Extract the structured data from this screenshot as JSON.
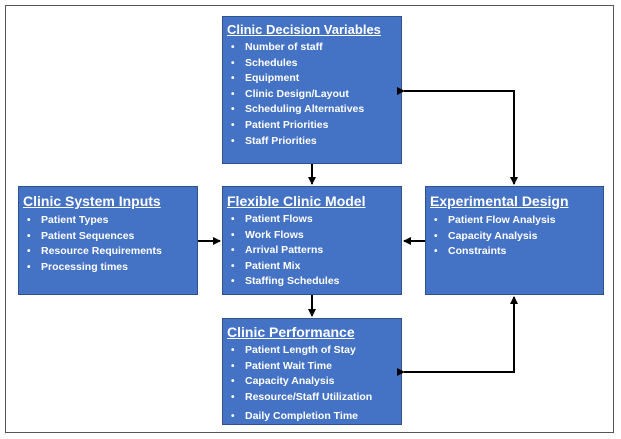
{
  "decision": {
    "title": "Clinic Decision Variables",
    "items": [
      "Number of staff",
      "Schedules",
      "Equipment",
      "Clinic Design/Layout",
      "Scheduling Alternatives",
      "Patient Priorities",
      "Staff Priorities"
    ]
  },
  "inputs": {
    "title": "Clinic System Inputs",
    "items": [
      "Patient Types",
      "Patient Sequences",
      "Resource Requirements",
      "Processing times"
    ]
  },
  "model": {
    "title": "Flexible Clinic Model",
    "items": [
      "Patient Flows",
      "Work Flows",
      "Arrival Patterns",
      "Patient Mix",
      "Staffing Schedules"
    ]
  },
  "experimental": {
    "title": "Experimental Design",
    "items": [
      "Patient Flow Analysis",
      "Capacity Analysis",
      "Constraints"
    ]
  },
  "performance": {
    "title": "Clinic Performance",
    "items": [
      "Patient Length of Stay",
      "Patient Wait Time",
      "Capacity Analysis",
      "Resource/Staff Utilization",
      "Daily Completion Time"
    ]
  },
  "colors": {
    "box_fill": "#4472c4",
    "box_border": "#2f528f",
    "text": "#ffffff",
    "arrow": "#000000"
  }
}
